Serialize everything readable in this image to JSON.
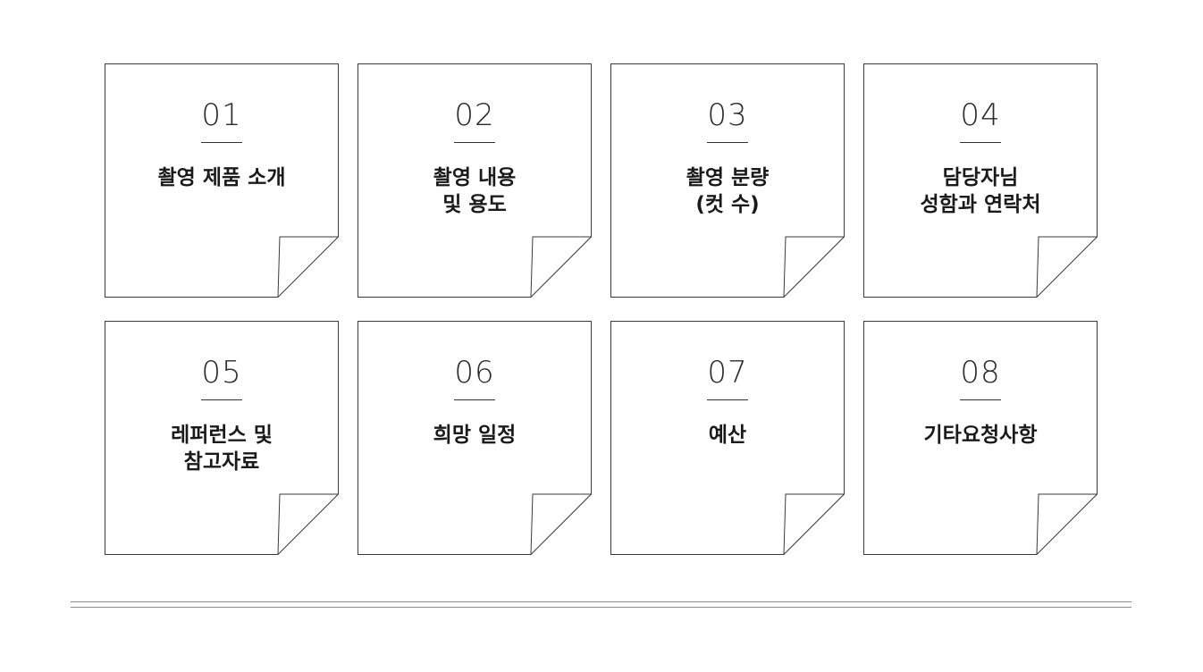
{
  "cards": [
    {
      "number": "01",
      "title": "촬영 제품 소개"
    },
    {
      "number": "02",
      "title": "촬영 내용\n및 용도"
    },
    {
      "number": "03",
      "title": "촬영 분량\n(컷 수)"
    },
    {
      "number": "04",
      "title": "담당자님\n성함과 연락처"
    },
    {
      "number": "05",
      "title": "레퍼런스 및\n참고자료"
    },
    {
      "number": "06",
      "title": "희망 일정"
    },
    {
      "number": "07",
      "title": "예산"
    },
    {
      "number": "08",
      "title": "기타요청사항"
    }
  ],
  "colors": {
    "stroke": "#3a3a3a",
    "text": "#1a1a1a",
    "rule": "#8a8a8a"
  }
}
